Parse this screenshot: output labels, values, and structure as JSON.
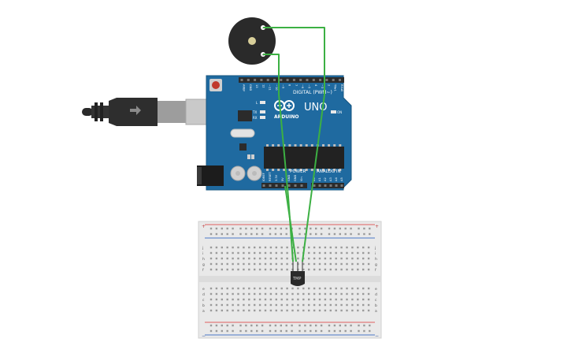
{
  "board": {
    "name": "UNO",
    "brand": "ARDUINO",
    "digital_header": "DIGITAL (PWM~)",
    "power_header": "POWER",
    "analog_header": "ANALOG IN",
    "led_l": "L",
    "led_tx": "TX",
    "led_rx": "RX",
    "led_on": "ON",
    "digital_pins": [
      "AREF",
      "GND",
      "13",
      "12",
      "~11",
      "~10",
      "~9",
      "8",
      "7",
      "~6",
      "~5",
      "4",
      "~3",
      "2",
      "TX▸1",
      "RX◂0"
    ],
    "power_pins": [
      "IOREF",
      "RESET",
      "3.3V",
      "5V",
      "GND",
      "GND",
      "Vin"
    ],
    "analog_pins": [
      "A0",
      "A1",
      "A2",
      "A3",
      "A4",
      "A5"
    ]
  },
  "buzzer": {
    "minus_label": "−",
    "plus_label": "+"
  },
  "sensor": {
    "label": "TMP"
  },
  "breadboard": {
    "plus_label": "+",
    "minus_label": "−",
    "row_letters_top": [
      "j",
      "i",
      "h",
      "g",
      "f"
    ],
    "row_letters_bottom": [
      "e",
      "d",
      "c",
      "b",
      "a"
    ]
  },
  "colors": {
    "board": "#1f6aa0",
    "board_edge": "#17557f",
    "wire": "#3cb043",
    "header": "#2b2b2b",
    "breadboard": "#e9e9e9",
    "rail_red": "#e06060",
    "rail_blue": "#4a78c8",
    "buzzer": "#2a2a2a"
  }
}
